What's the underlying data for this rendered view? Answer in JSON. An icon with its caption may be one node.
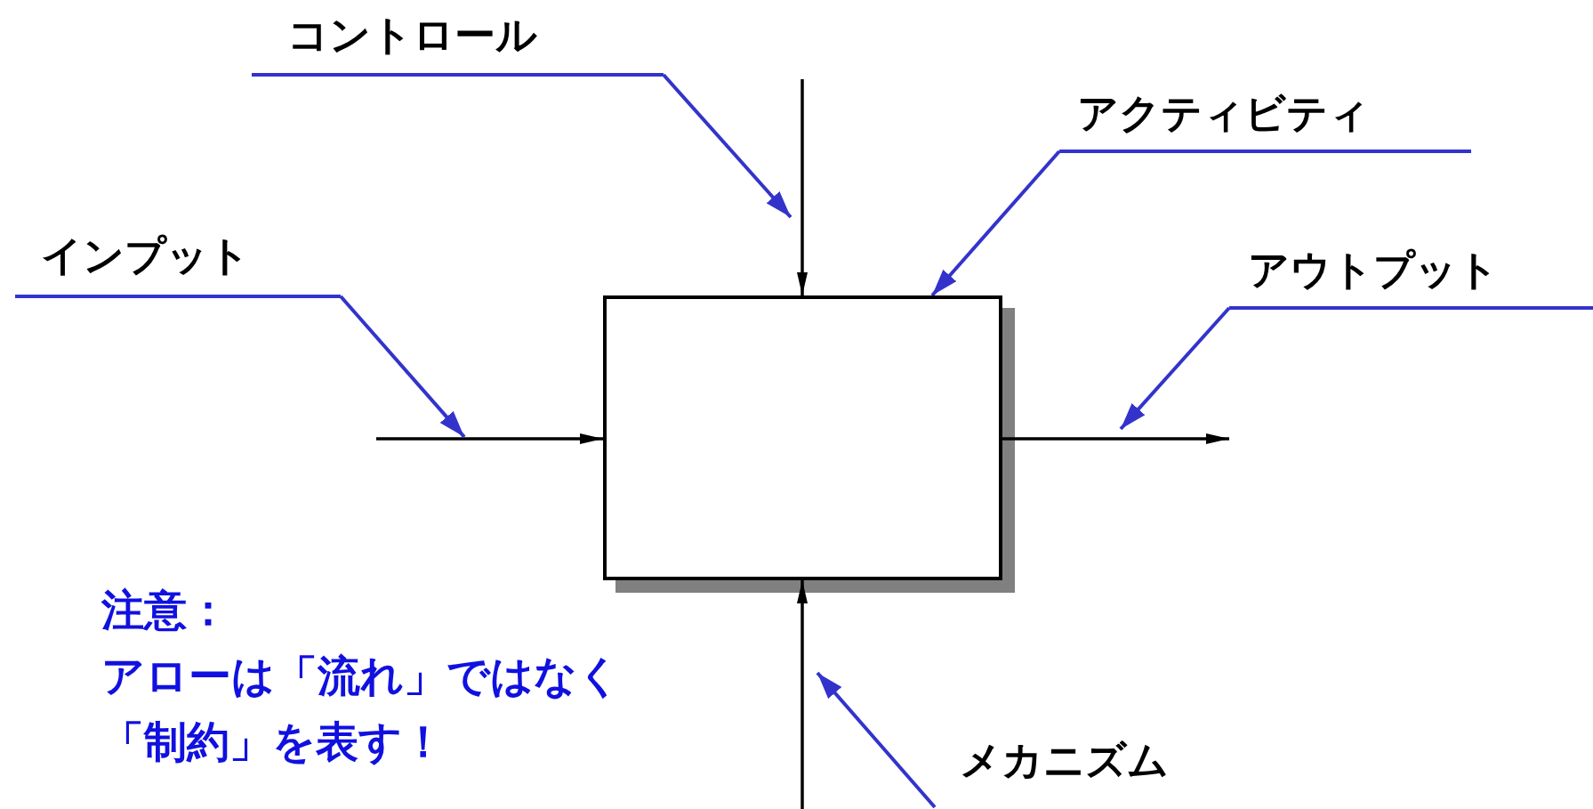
{
  "diagram": {
    "nodes": [
      {
        "text": [],
        "shape": "box"
      },
      {
        "text": [
          "コントロール"
        ]
      },
      {
        "text": [
          "アクティビティ"
        ]
      },
      {
        "text": [
          "インプット"
        ]
      },
      {
        "text": [
          "アウトプット"
        ]
      },
      {
        "text": [
          "メカニズム"
        ]
      }
    ],
    "edges": [
      {
        "from": null,
        "to": 0,
        "arrow": "to",
        "color": "#000000"
      },
      {
        "from": null,
        "to": 0,
        "arrow": "to",
        "color": "#000000"
      },
      {
        "from": 0,
        "to": null,
        "arrow": "to",
        "color": "#000000"
      },
      {
        "from": null,
        "to": 0,
        "arrow": "to",
        "color": "#000000"
      },
      {
        "from": 1,
        "to": null,
        "arrow": "to",
        "color": "#3333cc"
      },
      {
        "from": 2,
        "to": 0,
        "arrow": "to",
        "color": "#3333cc"
      },
      {
        "from": 3,
        "to": null,
        "arrow": "to",
        "color": "#3333cc"
      },
      {
        "from": 4,
        "to": null,
        "arrow": "to",
        "color": "#3333cc"
      },
      {
        "from": 5,
        "to": null,
        "arrow": "to",
        "color": "#3333cc"
      }
    ],
    "labels": [
      "注意：",
      "アローは「流れ」ではなく「制約」を表す！"
    ]
  }
}
